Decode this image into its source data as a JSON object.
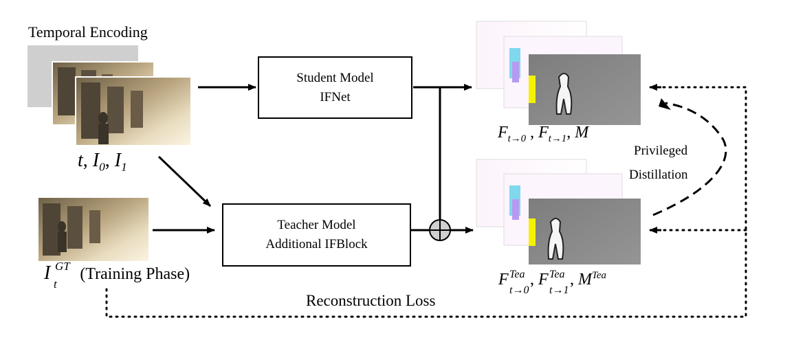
{
  "labels": {
    "temporal_encoding": "Temporal Encoding",
    "inputs": "t, I0, I1",
    "gt_input": "(Training Phase)",
    "gt_symbol": "I",
    "gt_sub": "t",
    "gt_sup": "GT",
    "reconstruction_loss": "Reconstruction Loss",
    "privileged_line1": "Privileged",
    "privileged_line2": "Distillation"
  },
  "student_model": {
    "title": "Student Model",
    "subtitle": "IFNet"
  },
  "teacher_model": {
    "title": "Teacher Model",
    "subtitle": "Additional IFBlock"
  },
  "student_outputs": {
    "f0": "F",
    "f0_sub": "t→0",
    "f1": "F",
    "f1_sub": "t→1",
    "mask": "M"
  },
  "teacher_outputs": {
    "f0": "F",
    "f0_sub": "t→0",
    "f0_sup": "Tea",
    "f1": "F",
    "f1_sub": "t→1",
    "f1_sup": "Tea",
    "mask": "M",
    "mask_sup": "Tea"
  },
  "input_symbols": {
    "t": "t",
    "i0": "I",
    "i0_sub": "0",
    "i1": "I",
    "i1_sub": "1"
  },
  "colors": {
    "stroke": "#000000",
    "placeholder_gray": "#cfcfcf",
    "flow_pink": "#f3d6f3",
    "flow_cyan": "#7fd8ee",
    "mask_yellow": "#f3f300",
    "mask_gray": "#8a8a8a",
    "street_sky": "#f2ead6",
    "street_building": "#8f7d5c"
  },
  "icons": {
    "sum_node": "circled-plus-icon"
  }
}
